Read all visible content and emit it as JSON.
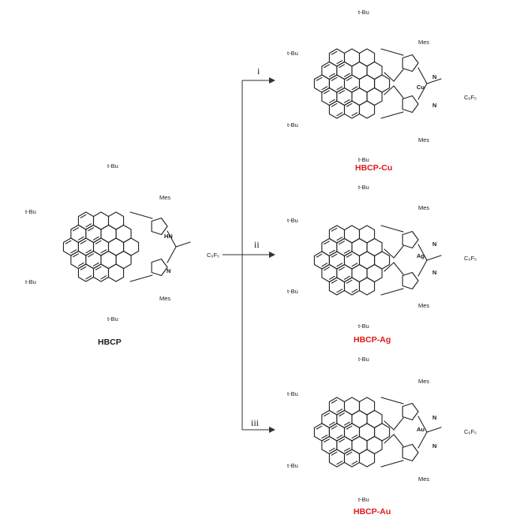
{
  "starting_material": {
    "name": "HBCP",
    "substituents": {
      "tbu": "t-Bu",
      "mes": "Mes",
      "c6f5": "C₆F₅",
      "nh": "HN",
      "n": "N"
    }
  },
  "products": [
    {
      "name": "HBCP-Cu",
      "metal": "Cu",
      "step": "i"
    },
    {
      "name": "HBCP-Ag",
      "metal": "Ag",
      "step": "ii"
    },
    {
      "name": "HBCP-Au",
      "metal": "Au",
      "step": "iii"
    }
  ],
  "colors": {
    "product_label": "#e01818",
    "bond": "#222222",
    "text": "#1a1a1a"
  }
}
